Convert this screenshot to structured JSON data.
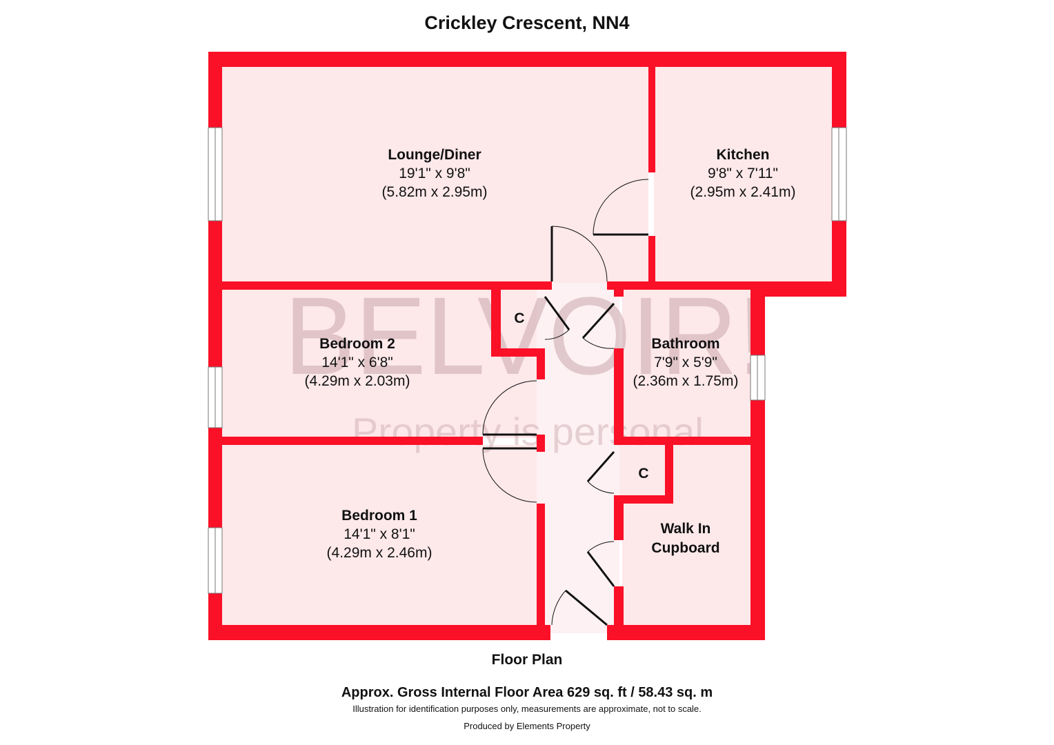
{
  "title": "Crickley Crescent, NN4",
  "colors": {
    "wall": "#fa1027",
    "floor": "#fde8ea",
    "hall_floor": "#fdf1f3",
    "watermark": "#c9a8ad"
  },
  "rooms": [
    {
      "id": "lounge",
      "name": "Lounge/Diner",
      "imperial": "19'1\" x 9'8\"",
      "metric": "(5.82m x 2.95m)"
    },
    {
      "id": "kitchen",
      "name": "Kitchen",
      "imperial": "9'8\" x 7'11\"",
      "metric": "(2.95m x 2.41m)"
    },
    {
      "id": "bedroom2",
      "name": "Bedroom 2",
      "imperial": "14'1\" x 6'8\"",
      "metric": "(4.29m x 2.03m)"
    },
    {
      "id": "bathroom",
      "name": "Bathroom",
      "imperial": "7'9\" x 5'9\"",
      "metric": "(2.36m x 1.75m)"
    },
    {
      "id": "bedroom1",
      "name": "Bedroom 1",
      "imperial": "14'1\" x 8'1\"",
      "metric": "(4.29m x 2.46m)"
    },
    {
      "id": "walkin",
      "name_line1": "Walk In",
      "name_line2": "Cupboard"
    }
  ],
  "closets": {
    "upper": "C",
    "lower": "C"
  },
  "watermark": {
    "brand": "BELVOIR!",
    "tagline": "Property is personal"
  },
  "floor_label": "Floor Plan",
  "area_text": "Approx. Gross Internal Floor Area 629 sq. ft / 58.43 sq. m",
  "disclaimer": "Illustration for identification purposes only, measurements are approximate, not to scale.",
  "credit": "Produced by Elements Property"
}
